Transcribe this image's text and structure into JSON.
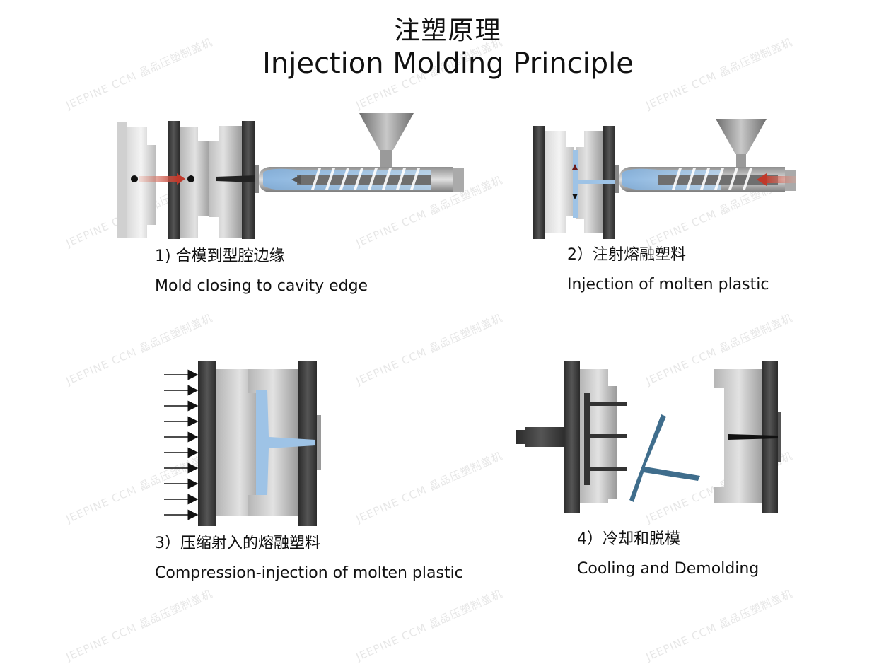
{
  "title": {
    "chinese": "注塑原理",
    "english": "Injection Molding  Principle"
  },
  "steps": [
    {
      "label_cn": "1) 合模到型腔边缘",
      "label_en": "Mold closing to cavity edge"
    },
    {
      "label_cn": "2）注射熔融塑料",
      "label_en": "Injection of molten plastic"
    },
    {
      "label_cn": "3）压缩射入的熔融塑料",
      "label_en": "Compression-injection of molten plastic"
    },
    {
      "label_cn": "4）冷却和脱模",
      "label_en": "Cooling and Demolding"
    }
  ],
  "watermark": "JEEPINE CCM 晶品压塑制盖机",
  "colors": {
    "mold_dark": "#3a3a3a",
    "mold_light": "#c8c8c8",
    "plastic_blue": "#9ec3e6",
    "part_blue": "#3f6d8c",
    "heat_red": "#c0392b"
  }
}
